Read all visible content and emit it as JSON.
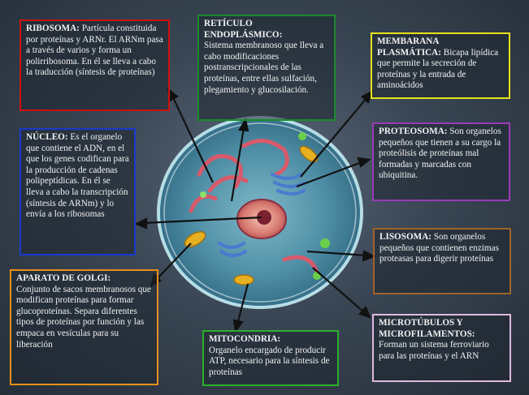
{
  "cards": {
    "ribosoma": {
      "title": "RIBOSOMA:",
      "text": "Partícula constituida por proteínas y ARNr. El ARNm pasa a través de varios y forma un polirribosoma. En él se lleva a cabo la traducción (síntesis de proteínas)",
      "color": "#cc1111"
    },
    "reticulo": {
      "title": "RETÍCULO ENDOPLÁSMICO:",
      "text": "Sistema membranoso  que lleva a cabo modificaciones postranscripcionales de las proteínas, entre ellas sulfación, plegamiento y glucosilación.",
      "color": "#1a8a2a"
    },
    "membrana": {
      "title": "MEMBARANA PLASMÁTICA:",
      "text": "Bicapa lipídica que permite la secreción de proteínas y la entrada de aminoácidos",
      "color": "#e6e21a"
    },
    "nucleo": {
      "title": "NÚCLEO:",
      "text": "Es el organelo que contiene el ADN, en el que los genes codifican para la producción de cadenas polipeptídicas. En él se lleva a cabo la transcripción (síntesis de ARNm)  y lo envía a los ribosomas",
      "color": "#1a3acc"
    },
    "proteosoma": {
      "title": "PROTEOSOMA:",
      "text": "Son organelos pequeños que tienen a su cargo la proteólisis de proteínas mal formadas y marcadas con ubiquitina.",
      "color": "#9a3ab8"
    },
    "lisosoma": {
      "title": "LISOSOMA:",
      "text": "Son organelos pequeños que contienen enzimas proteasas para digerir proteínas",
      "color": "#a0632a"
    },
    "golgi": {
      "title": "APARATO DE GOLGI:",
      "text": "Conjunto de sacos membranosos que modifican proteínas para formar glucoproteínas. Separa diferentes tipos de proteínas  por función y las empaca en vesículas para su liberación",
      "color": "#e8901a"
    },
    "mitocondria": {
      "title": "MITOCONDRIA:",
      "text": "Organelo encargado de producir ATP, necesario para la síntesis de proteínas",
      "color": "#2ab02a"
    },
    "microtubulos": {
      "title": "MICROTÚBULOS Y MICROFILAMENTOS:",
      "text": "Forman un sistema ferroviario para las proteínas y el ARN",
      "color": "#e0b8e0"
    }
  }
}
